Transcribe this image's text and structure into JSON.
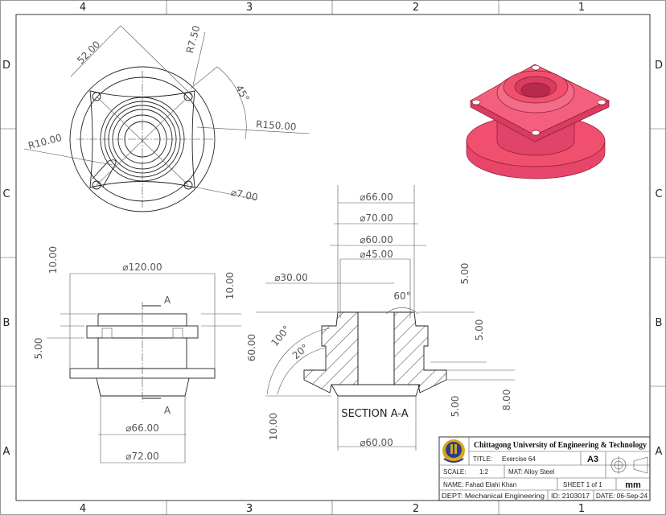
{
  "zones": {
    "columns": [
      "4",
      "3",
      "2",
      "1"
    ],
    "rows": [
      "D",
      "C",
      "B",
      "A"
    ]
  },
  "top_view": {
    "dims": {
      "d52": "52.00",
      "r7_5": "R7.50",
      "a45": "45°",
      "r150": "R150.00",
      "r10": "R10.00",
      "dia7": "⌀7.00"
    }
  },
  "front_view": {
    "dims": {
      "h10_left": "10.00",
      "dia120": "⌀120.00",
      "h10_right": "10.00",
      "h5_left": "5.00",
      "dia66": "⌀66.00",
      "dia72": "⌀72.00"
    },
    "section_marker_top": "A",
    "section_marker_bottom": "A"
  },
  "section_view": {
    "label": "SECTION A-A",
    "dims": {
      "dia66": "⌀66.00",
      "dia70": "⌀70.00",
      "dia60_top": "⌀60.00",
      "dia45": "⌀45.00",
      "dia30": "⌀30.00",
      "a60": "60°",
      "a100": "100°",
      "a20": "20°",
      "h60": "60.00",
      "h10": "10.00",
      "dia60_bottom": "⌀60.00",
      "h5_a": "5.00",
      "h5_b": "5.00",
      "h5_c": "5.00",
      "h8": "8.00"
    }
  },
  "iso_view": {
    "color": "#f0506e"
  },
  "title_block": {
    "university": "Chittagong University of Engineering & Technology",
    "title_label": "TITLE:",
    "title": "Exercise 64",
    "size": "A3",
    "scale_label": "SCALE:",
    "scale": "1:2",
    "material": "MAT: Alloy Steel",
    "name": "NAME: Fahad Elahi Khan",
    "sheet": "SHEET 1 of 1",
    "units": "mm",
    "dept": "DEPT: Mechanical Engineering",
    "id": "ID: 2103017",
    "date": "DATE: 06-Sep-24"
  }
}
